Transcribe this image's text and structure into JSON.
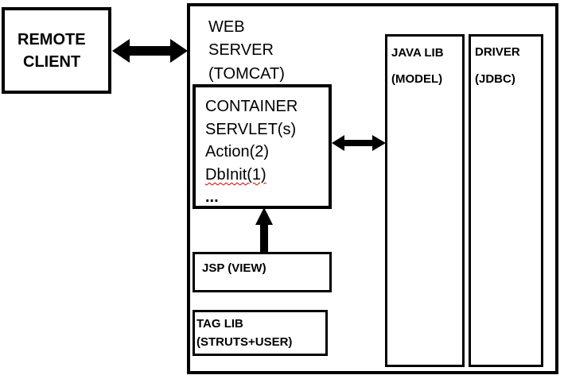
{
  "remote_client": {
    "line1": "REMOTE",
    "line2": "CLIENT"
  },
  "web_server": {
    "line1": "WEB",
    "line2": "SERVER",
    "line3": "(TOMCAT)"
  },
  "container": {
    "lines": [
      "CONTAINER",
      "SERVLET(s)",
      "Action(2)",
      "DbInit(1)",
      "..."
    ]
  },
  "jsp": {
    "label": "JSP (VIEW)"
  },
  "taglib": {
    "line1": "TAG LIB",
    "line2": "(STRUTS+USER)"
  },
  "java_lib": {
    "line1": "JAVA LIB",
    "line2": "(MODEL)"
  },
  "driver": {
    "line1": "DRIVER",
    "line2": "(JDBC)"
  },
  "colors": {
    "stroke": "#000000",
    "background": "#ffffff",
    "spellcheck": "#cc0000"
  }
}
